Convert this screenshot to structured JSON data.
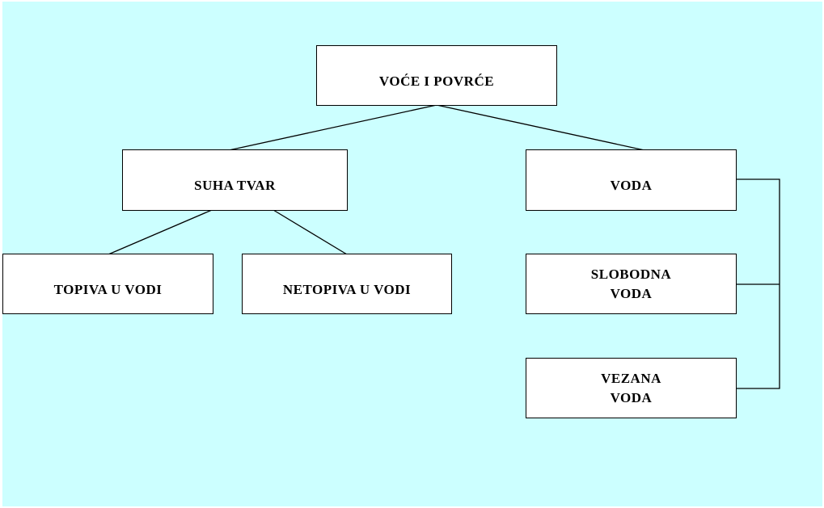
{
  "diagram": {
    "root": {
      "label": "VOĆE I POVRĆE"
    },
    "dry_matter": {
      "label": "SUHA TVAR"
    },
    "water": {
      "label": "VODA"
    },
    "soluble": {
      "label": "TOPIVA U VODI"
    },
    "insoluble": {
      "label": "NETOPIVA U VODI"
    },
    "free_water": {
      "line1": "SLOBODNA",
      "line2": "VODA"
    },
    "bound_water": {
      "line1": "VEZANA",
      "line2": "VODA"
    }
  },
  "colors": {
    "background": "#ccffff",
    "box_fill": "#ffffff",
    "line": "#000000"
  }
}
